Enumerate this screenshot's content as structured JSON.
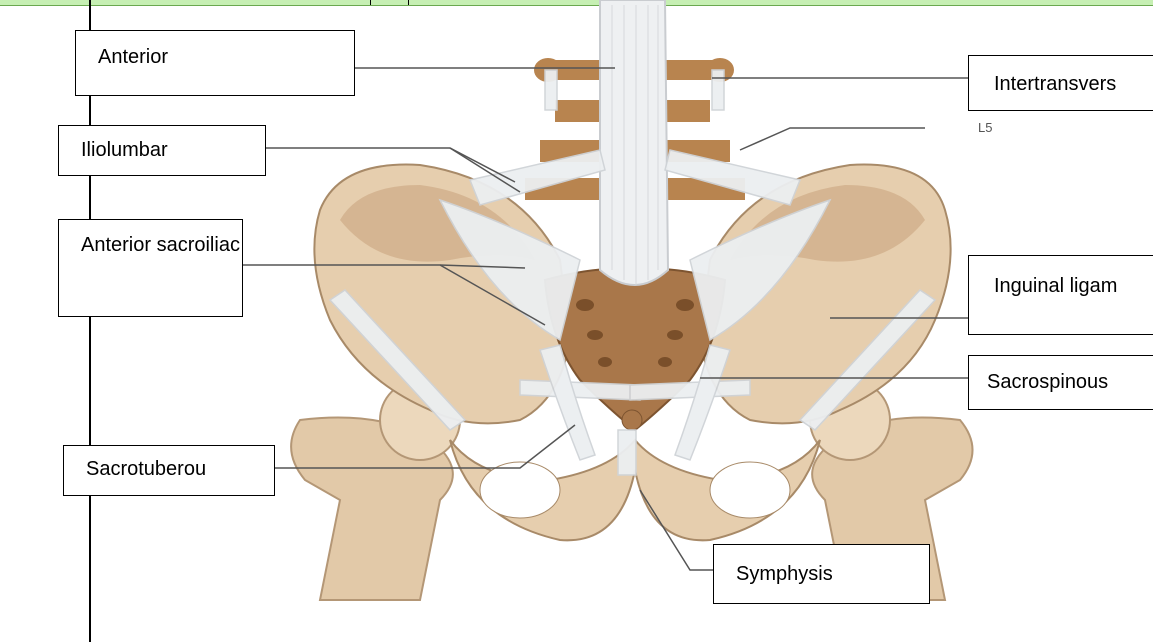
{
  "labels": {
    "anterior": "Anterior",
    "iliolumbar": "Iliolumbar",
    "anterior_sacroiliac": "Anterior sacroiliac",
    "sacrotuberous": "Sacrotuberou",
    "intertransverse": "Intertransvers",
    "inguinal": "Inguinal ligam",
    "sacrospinous": "Sacrospinous",
    "symphysis": "Symphysis"
  },
  "vertebra_caption": "L5"
}
